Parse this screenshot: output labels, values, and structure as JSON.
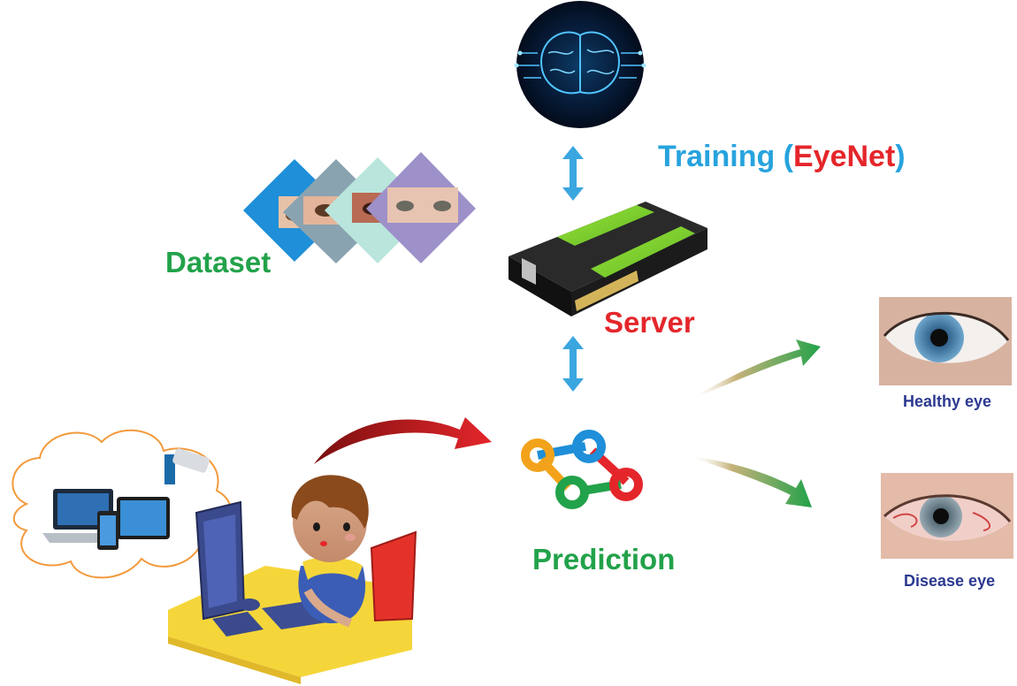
{
  "labels": {
    "dataset": "Dataset",
    "training": "Training (",
    "training_model": "EyeNet",
    "training_close": ")",
    "server": "Server",
    "prediction": "Prediction",
    "healthy": "Healthy eye",
    "disease": "Disease eye"
  },
  "colors": {
    "green": "#22a24a",
    "blue": "#27a3de",
    "red": "#e4262b",
    "navy": "#2b3990"
  },
  "icons": [
    "brain-icon",
    "gpu-server-icon",
    "prediction-network-icon",
    "user-at-computer-icon",
    "devices-cloud-icon",
    "double-arrow-icon"
  ]
}
